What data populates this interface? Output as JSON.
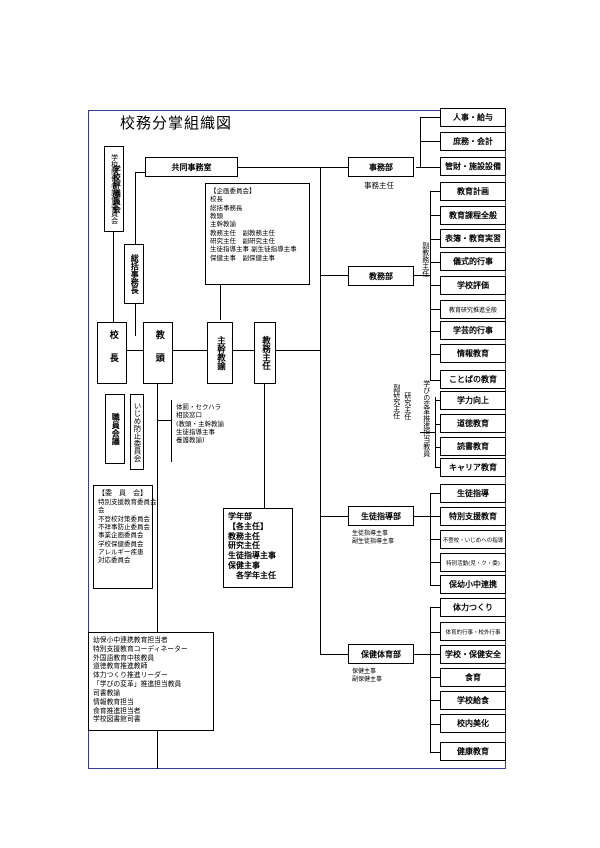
{
  "title": "校務分掌組織図",
  "left": {
    "hyoka_committee": "学校関係者評価委員会",
    "hyoka_council": "学校評議員会",
    "somu": "総括事務長",
    "kocho": "校長",
    "shokuin_kaigi": "職員会議",
    "ijime": "いじめ防止委員会",
    "kyoto": "教頭"
  },
  "center": {
    "kyodo_jimushitsu": "共同事務室",
    "kikaku_title": "【企画委員会】",
    "kikaku_lines": [
      "校長",
      "総括事務長",
      "教頭",
      "主幹教諭",
      "教務主任　副教務主任",
      "研究主任　副研究主任",
      "生徒指導主事 副生徒指導主事",
      "保健主事　副保健主事"
    ],
    "shukan": "主幹教諭",
    "kyomu_shunin": "教務主任",
    "taibatsu_lines": [
      "体罰・セクハラ",
      "相談窓口",
      "(教頭・主幹教諭",
      "生徒指導主事",
      "養護教諭)"
    ],
    "iinkai_title": "【委　員　会】",
    "iinkai_lines": [
      "特別支援教育委員会",
      "会",
      "不登校対策委員会",
      "不祥事防止委員会",
      "事業企画委員会",
      "学校保健委員会",
      "アレルギー疾患",
      "対応委員会"
    ],
    "gakunen_lines": [
      "学年部",
      "【各主任】",
      "教務主任",
      "研究主任",
      "生徒指導主事",
      "保健主事",
      "　各学年主任"
    ],
    "tanto_lines": [
      "幼保小中連携教育担当者",
      "特別支援教育コーディネーター",
      "外国語教育中核教員",
      "道徳教育推進教師",
      "体力つくり推進リーダー",
      "「学びの変革」推進担当教員",
      "司書教諭",
      "情報教育担当",
      "食育推進担当者",
      "学校図書館司書"
    ]
  },
  "departments": {
    "jimu": "事務部",
    "jimu_sub": "事務主任",
    "kyomu": "教務部",
    "kyomu_side1": "副教務主任",
    "kyomu_side2": "副研究主任",
    "kyomu_side3": "研究主任",
    "kyomu_side4": "学びの変革推進担当教員",
    "seito": "生徒指導部",
    "seito_sub": "生徒指導主事\n副生徒指導主事",
    "hoken": "保健体育部",
    "hoken_sub": "保健主事\n副保健主事"
  },
  "right": [
    "人事・給与",
    "庶務・会計",
    "管財・施設設備",
    "教育計画",
    "教育課程全般",
    "表簿・教育実習",
    "儀式的行事",
    "学校評価",
    "教育研究推進全般",
    "学芸的行事",
    "情報教育",
    "ことばの教育",
    "学力向上",
    "道徳教育",
    "読書教育",
    "キャリア教育",
    "生徒指導",
    "特別支援教育",
    "不登校・いじめへの指導",
    "特別活動(児・ク・委)",
    "保幼小中連携",
    "体力つくり",
    "体育的行事・校外行事",
    "学校・保健安全",
    "食育",
    "学校給食",
    "校内美化",
    "健康教育"
  ]
}
